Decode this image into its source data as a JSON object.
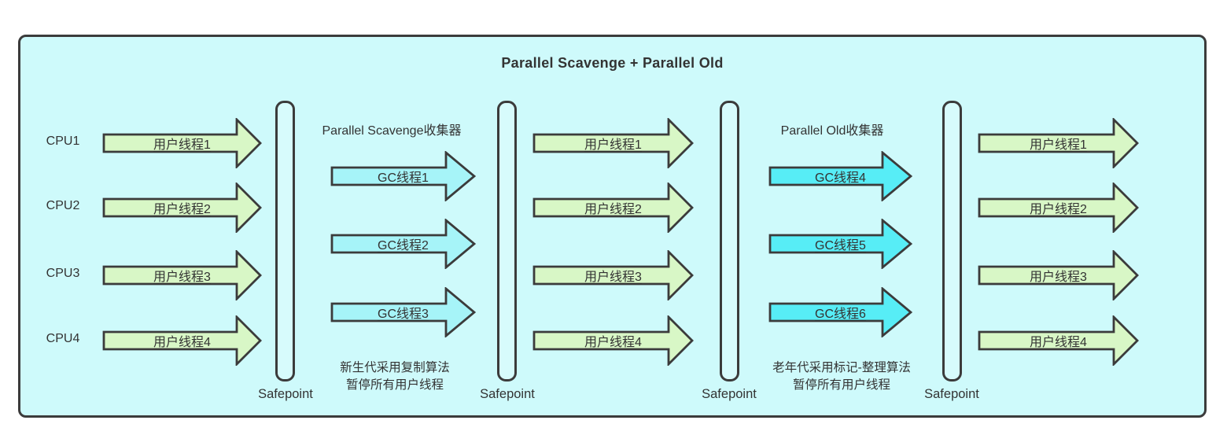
{
  "title": "Parallel Scavenge + Parallel Old",
  "colors": {
    "background": "#cefafb",
    "line": "#3b3b3b",
    "text": "#333333",
    "user_arrow": "#d8f7c6",
    "gc_arrow_young": "#a6f4f8",
    "gc_arrow_old": "#57edf6",
    "bar_fill": "#d7fbfc"
  },
  "cpu_labels": [
    "CPU1",
    "CPU2",
    "CPU3",
    "CPU4"
  ],
  "safepoint_label": "Safepoint",
  "sections": {
    "initial_user_threads": [
      "用户线程1",
      "用户线程2",
      "用户线程3",
      "用户线程4"
    ],
    "young_gc": {
      "label": "Parallel Scavenge收集器",
      "threads": [
        "GC线程1",
        "GC线程2",
        "GC线程3"
      ],
      "caption_line1": "新生代采用复制算法",
      "caption_line2": "暂停所有用户线程"
    },
    "middle_user_threads": [
      "用户线程1",
      "用户线程2",
      "用户线程3",
      "用户线程4"
    ],
    "old_gc": {
      "label": "Parallel Old收集器",
      "threads": [
        "GC线程4",
        "GC线程5",
        "GC线程6"
      ],
      "caption_line1": "老年代采用标记-整理算法",
      "caption_line2": "暂停所有用户线程"
    },
    "final_user_threads": [
      "用户线程1",
      "用户线程2",
      "用户线程3",
      "用户线程4"
    ]
  }
}
